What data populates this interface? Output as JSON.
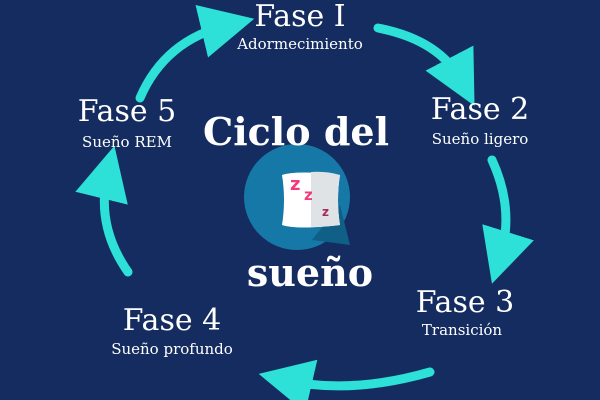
{
  "title": {
    "line1": "Ciclo del",
    "line2": "sueño"
  },
  "phases": [
    {
      "name": "Fase I",
      "desc": "Adormecimiento"
    },
    {
      "name": "Fase 2",
      "desc": "Sueño ligero"
    },
    {
      "name": "Fase 3",
      "desc": "Transición"
    },
    {
      "name": "Fase 4",
      "desc": "Sueño profundo"
    },
    {
      "name": "Fase 5",
      "desc": "Sueño REM"
    }
  ],
  "colors": {
    "background": "#142c5f",
    "arrow": "#2de0d8",
    "circle": "#1678a6",
    "z_pink": "#f23a7c",
    "z_purple": "#a8295a"
  }
}
